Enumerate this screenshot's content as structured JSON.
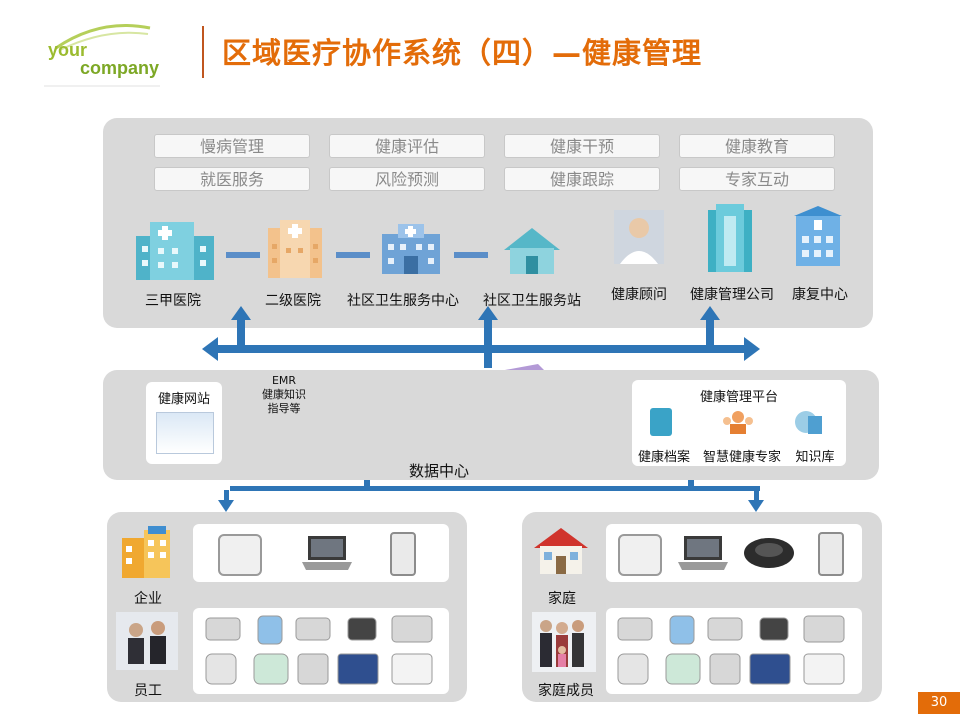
{
  "logo": {
    "line1": "your",
    "line2": "company"
  },
  "title": "区域医疗协作系统（四）—健康管理",
  "services": [
    "慢病管理",
    "健康评估",
    "健康干预",
    "健康教育",
    "就医服务",
    "风险预测",
    "健康跟踪",
    "专家互动"
  ],
  "facilities": [
    "三甲医院",
    "二级医院",
    "社区卫生服务中心",
    "社区卫生服务站",
    "健康顾问",
    "健康管理公司",
    "康复中心"
  ],
  "middle": {
    "website": "健康网站",
    "exchange": [
      "EMR",
      "健康知识",
      "指导等"
    ],
    "datacenter": "数据中心",
    "platform": {
      "title": "健康管理平台",
      "items": [
        "健康档案",
        "智慧健康专家",
        "知识库"
      ]
    }
  },
  "bottom_left": {
    "labels": [
      "企业",
      "员工"
    ]
  },
  "bottom_right": {
    "labels": [
      "家庭",
      "家庭成员"
    ]
  },
  "page_number": "30",
  "colors": {
    "accent": "#e36c09",
    "arrow": "#2e75b6",
    "panel": "#d9d9d9",
    "logo": "#9bbb2f"
  }
}
